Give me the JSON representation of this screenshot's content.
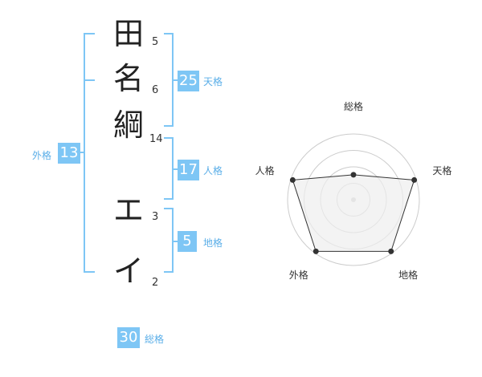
{
  "name_chars": [
    {
      "char": "田",
      "strokes": "5"
    },
    {
      "char": "名",
      "strokes": "6"
    },
    {
      "char": "綱",
      "strokes": "14"
    },
    {
      "char": "エ",
      "strokes": "3"
    },
    {
      "char": "イ",
      "strokes": "2"
    }
  ],
  "kaku": {
    "tenkaku": {
      "value": "25",
      "label": "天格"
    },
    "jinkaku": {
      "value": "17",
      "label": "人格"
    },
    "chikaku": {
      "value": "5",
      "label": "地格"
    },
    "gaikaku": {
      "value": "13",
      "label": "外格"
    },
    "soukaku": {
      "value": "30",
      "label": "総格"
    }
  },
  "chart_data": {
    "type": "radar",
    "axes": [
      "総格",
      "天格",
      "地格",
      "外格",
      "人格"
    ],
    "levels": 4,
    "values": [
      0.38,
      0.97,
      0.97,
      0.97,
      0.97
    ],
    "line_color": "#333333",
    "fill_color": "#eeeeee",
    "ring_color": "#cccccc"
  },
  "colors": {
    "accent": "#7ec6f5"
  }
}
